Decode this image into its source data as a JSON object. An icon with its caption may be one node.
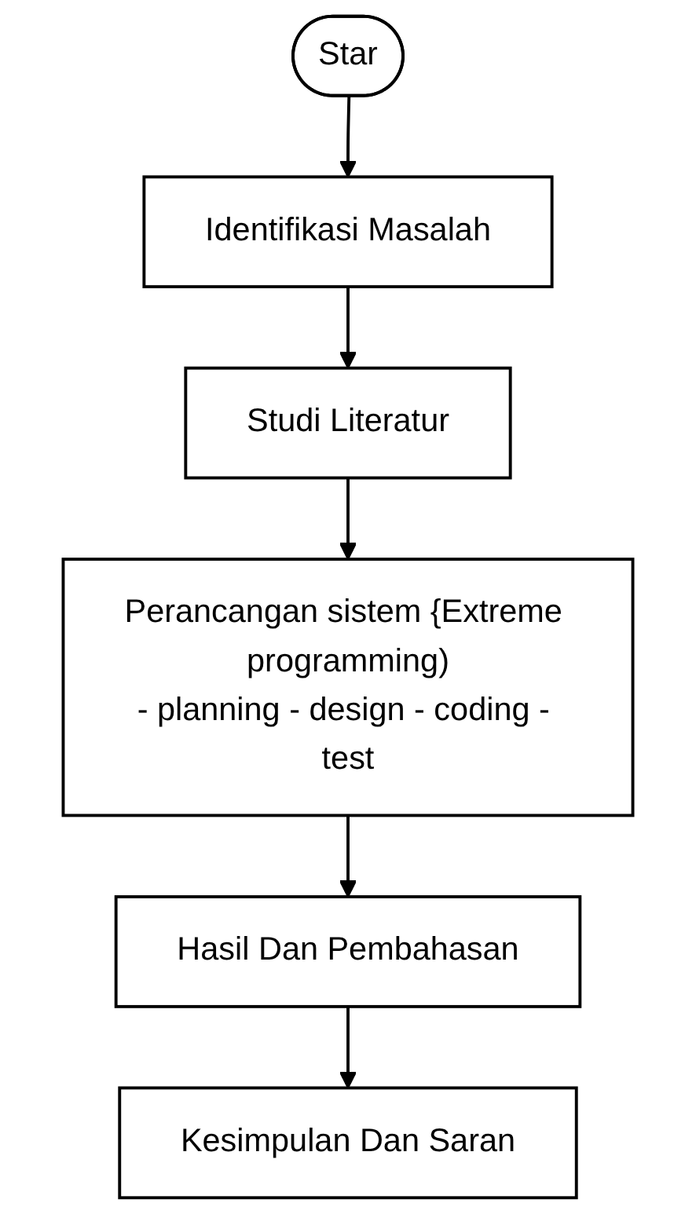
{
  "diagram": {
    "nodes": [
      {
        "text": [
          "Star"
        ]
      },
      {
        "text": [
          "Identifikasi Masalah"
        ]
      },
      {
        "text": [
          "Studi  Literatur"
        ]
      },
      {
        "text": [
          "Perancangan sistem {Extreme programming)",
          "- planning - design - coding - test"
        ]
      },
      {
        "text": [
          "Hasil Dan Pembahasan"
        ]
      },
      {
        "text": [
          "Kesimpulan Dan Saran"
        ]
      }
    ],
    "edges": [
      {
        "from": 0,
        "to": 1,
        "arrow": "to"
      },
      {
        "from": 1,
        "to": 2,
        "arrow": "to"
      },
      {
        "from": 2,
        "to": 3,
        "arrow": "to"
      },
      {
        "from": 3,
        "to": 4,
        "arrow": "to"
      },
      {
        "from": 4,
        "to": 5,
        "arrow": "to"
      }
    ]
  }
}
